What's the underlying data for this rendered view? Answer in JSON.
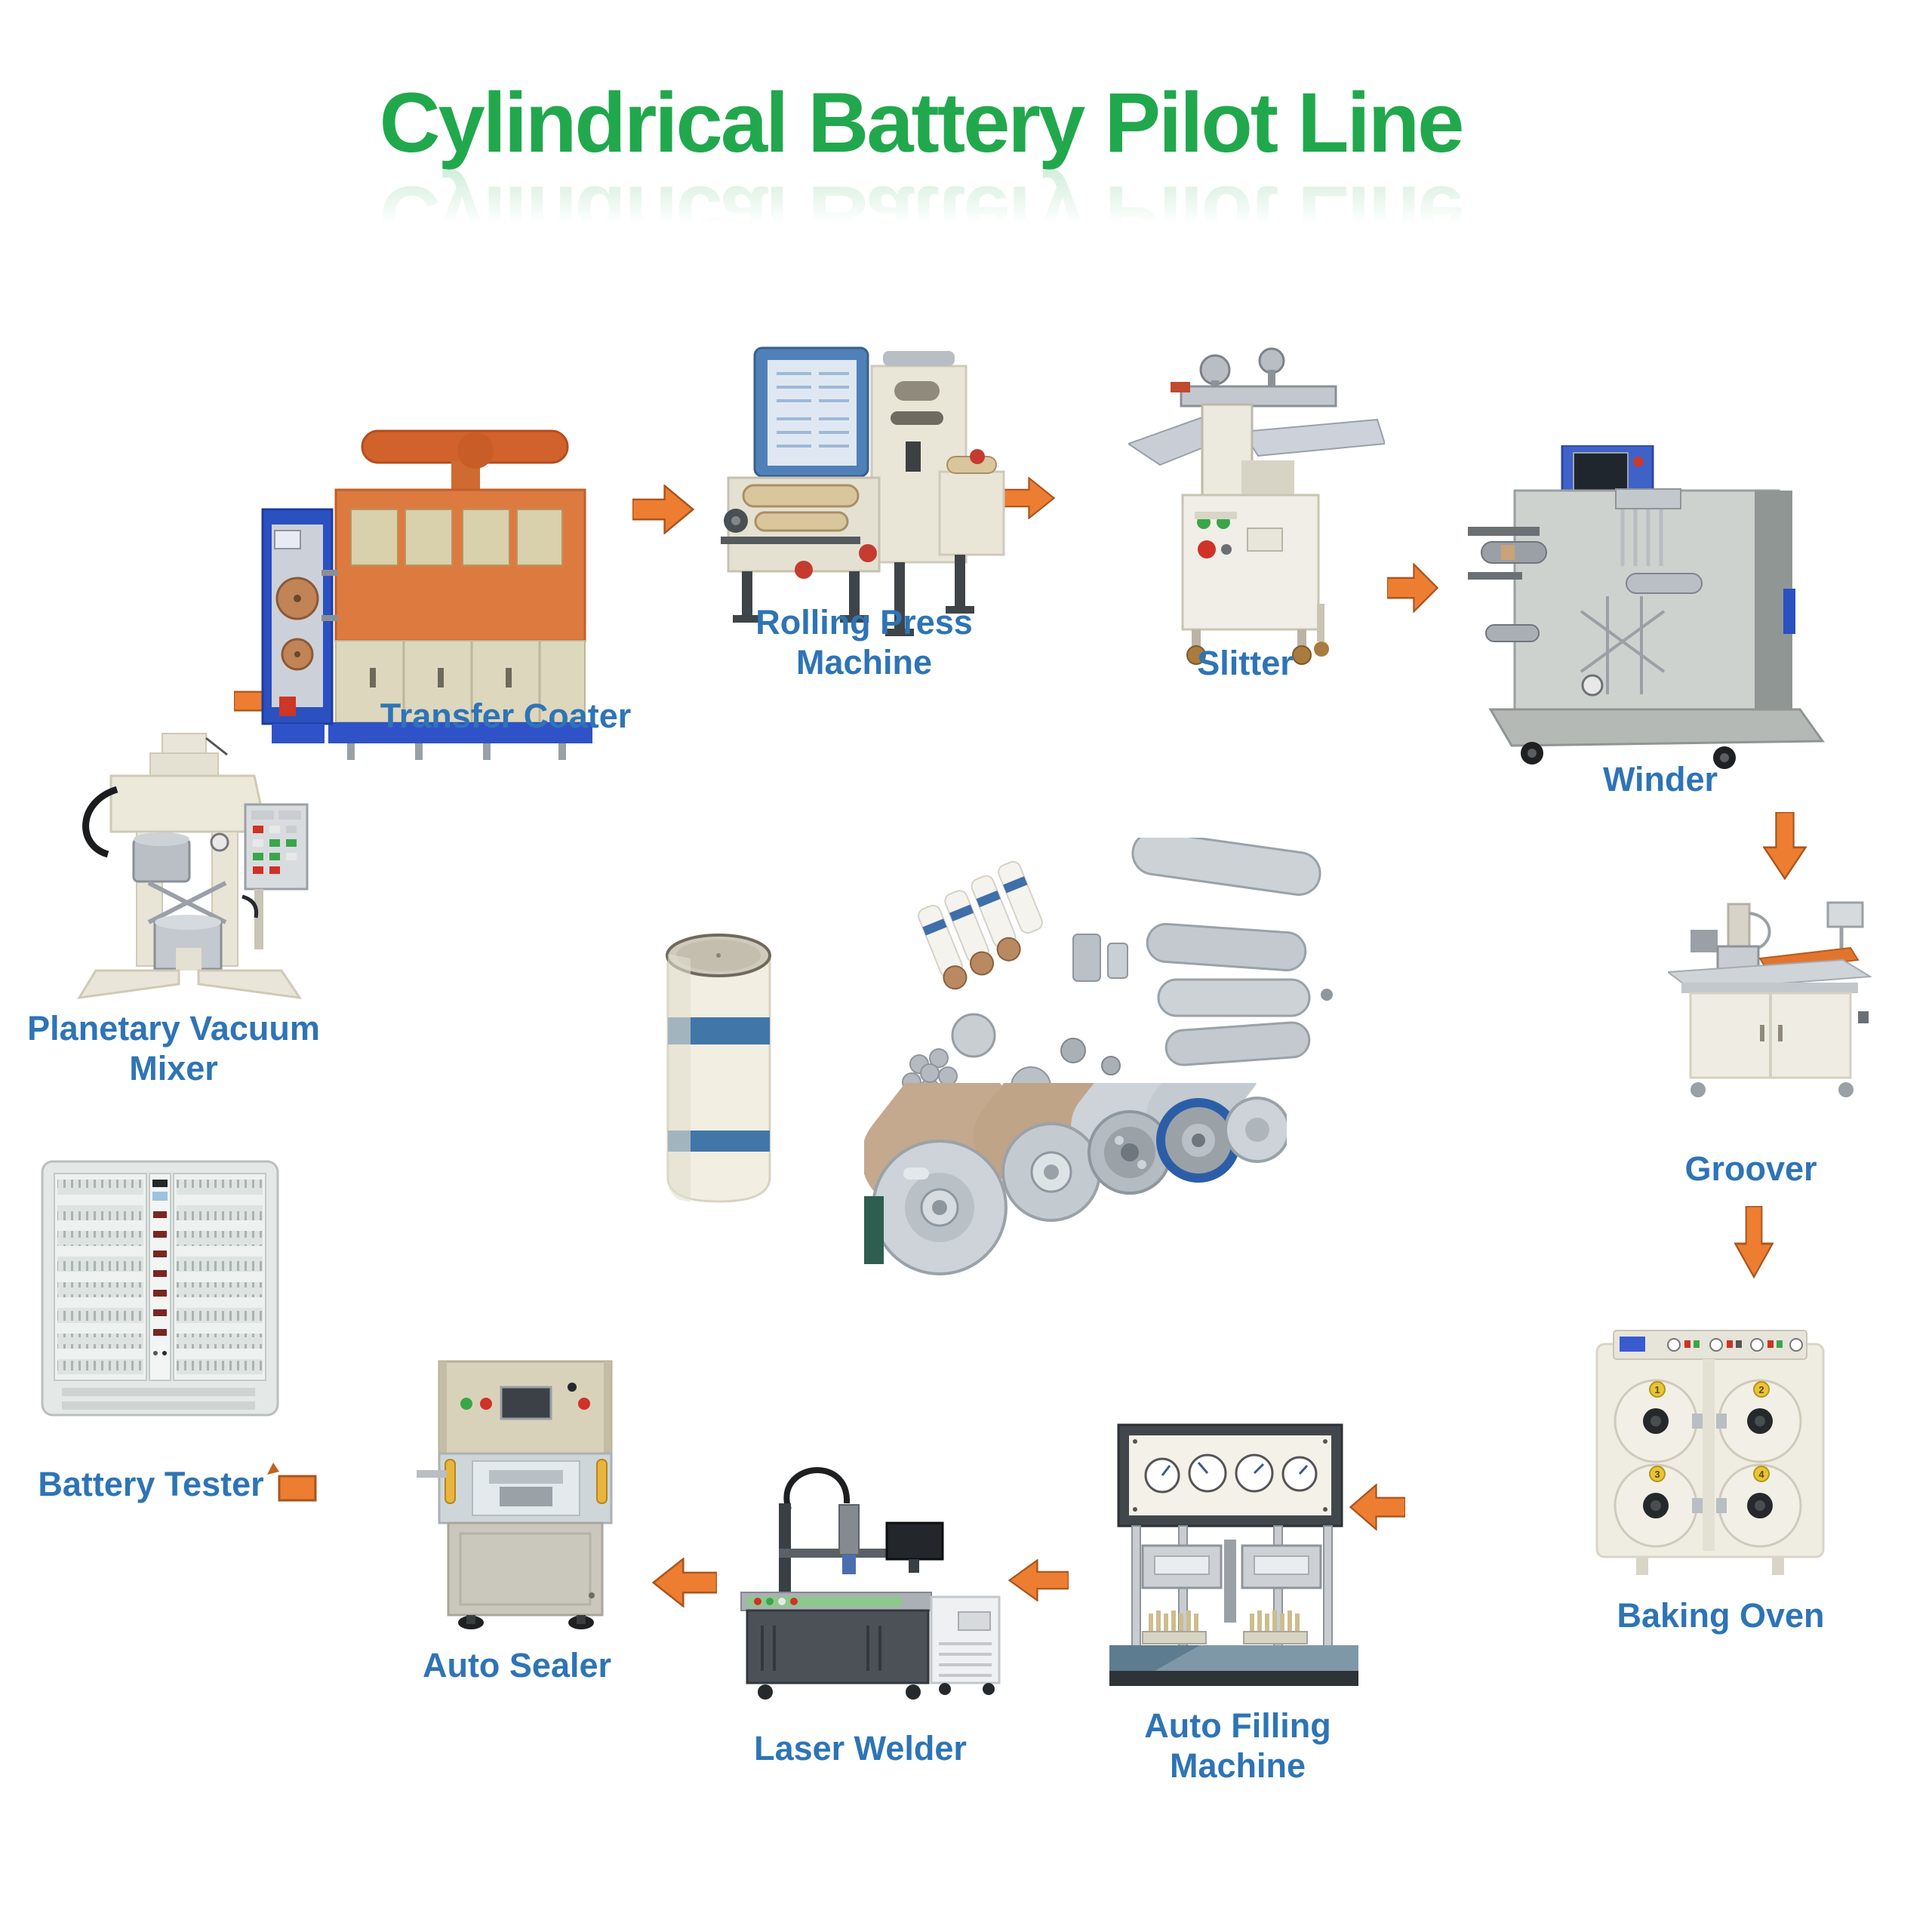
{
  "title": {
    "text": "Cylindrical Battery Pilot Line",
    "color": "#21A84D"
  },
  "colors": {
    "label_blue": "#2E74B6",
    "arrow_fill": "#ED7D31",
    "arrow_stroke": "#A8551E",
    "title_green": "#21A84D"
  },
  "stations": [
    {
      "id": "planetary-vacuum-mixer",
      "label": "Planetary Vacuum Mixer",
      "label_lines": [
        "Planetary Vacuum",
        "Mixer"
      ]
    },
    {
      "id": "transfer-coater",
      "label": "Transfer Coater"
    },
    {
      "id": "rolling-press",
      "label": "Rolling Press Machine",
      "label_lines": [
        "Rolling Press",
        "Machine"
      ]
    },
    {
      "id": "slitter",
      "label": "Slitter"
    },
    {
      "id": "winder",
      "label": "Winder"
    },
    {
      "id": "groover",
      "label": "Groover"
    },
    {
      "id": "baking-oven",
      "label": "Baking Oven"
    },
    {
      "id": "auto-filling",
      "label": "Auto Filling Machine"
    },
    {
      "id": "laser-welder",
      "label": "Laser Welder"
    },
    {
      "id": "auto-sealer",
      "label": "Auto Sealer"
    },
    {
      "id": "battery-tester",
      "label": "Battery Tester"
    }
  ],
  "flow": [
    {
      "from": "Planetary Vacuum Mixer",
      "to": "Transfer Coater",
      "direction": "right"
    },
    {
      "from": "Transfer Coater",
      "to": "Rolling Press Machine",
      "direction": "right"
    },
    {
      "from": "Rolling Press Machine",
      "to": "Slitter",
      "direction": "right"
    },
    {
      "from": "Slitter",
      "to": "Winder",
      "direction": "right"
    },
    {
      "from": "Winder",
      "to": "Groover",
      "direction": "down"
    },
    {
      "from": "Groover",
      "to": "Baking Oven",
      "direction": "down"
    },
    {
      "from": "Baking Oven",
      "to": "Auto Filling Machine",
      "direction": "left"
    },
    {
      "from": "Auto Filling Machine",
      "to": "Laser Welder",
      "direction": "left"
    },
    {
      "from": "Laser Welder",
      "to": "Auto Sealer",
      "direction": "left"
    },
    {
      "from": "Auto Sealer",
      "to": "Battery Tester",
      "direction": "left"
    }
  ],
  "oven": {
    "door_numbers": [
      "1",
      "2",
      "3",
      "4"
    ]
  },
  "center_photos": [
    {
      "id": "electrode-roll",
      "desc": "White electrode roll with blue bands"
    },
    {
      "id": "cell-components",
      "desc": "Cylindrical cells, cans, caps and tab components"
    },
    {
      "id": "cell-tops-closeup",
      "desc": "Close-up of finished cylindrical battery tops"
    }
  ]
}
